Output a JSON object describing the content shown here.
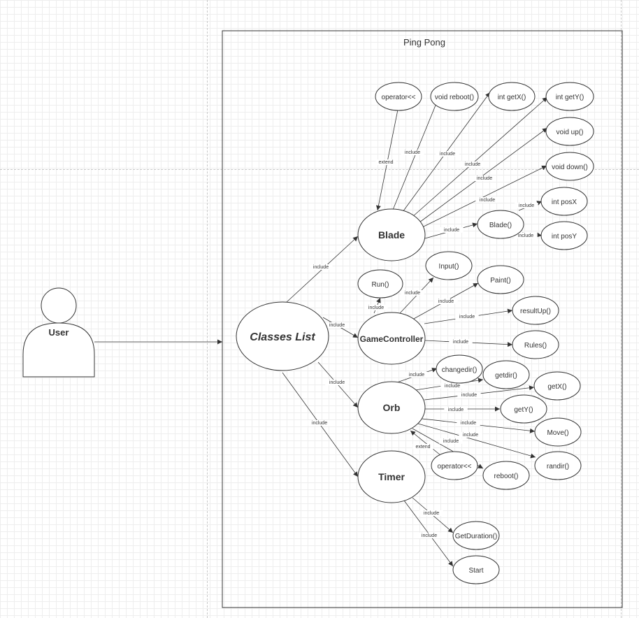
{
  "actor": {
    "name": "User"
  },
  "system": {
    "title": "Ping Pong"
  },
  "classes_list": {
    "label": "Classes List"
  },
  "blade": {
    "label": "Blade",
    "extend_label": "extend",
    "operator": "operator<<",
    "methods": [
      "void reboot()",
      "int getX()",
      "int getY()",
      "void up()",
      "void down()"
    ],
    "constructor": "Blade()",
    "constructor_fields": [
      "int posX",
      "int posY"
    ]
  },
  "game_controller": {
    "label": "GameController",
    "methods": [
      "Run()",
      "Input()",
      "Paint()",
      "resultUp()",
      "Rules()"
    ]
  },
  "orb": {
    "label": "Orb",
    "extend_label": "extend",
    "operator": "operator<<",
    "methods": [
      "changedir()",
      "getdir()",
      "getX()",
      "getY()",
      "Move()",
      "randir()",
      "reboot()"
    ]
  },
  "timer": {
    "label": "Timer",
    "methods": [
      "GetDuration()",
      "Start"
    ]
  },
  "relation": {
    "include_label": "include"
  }
}
